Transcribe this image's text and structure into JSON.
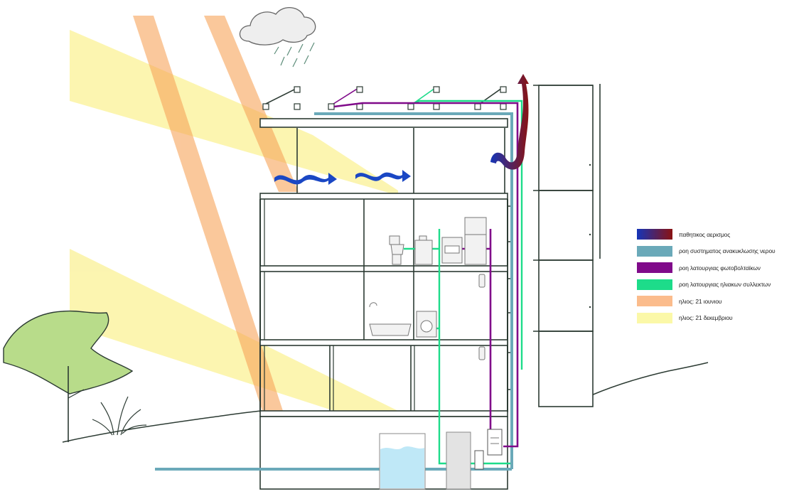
{
  "legend": {
    "items": [
      {
        "key": "natural-ventilation",
        "label": "παθητικος αερισμος",
        "color_start": "#1535b8",
        "color_end": "#8a1212"
      },
      {
        "key": "water-recycling",
        "label": "ροη συστηματος ανακυκλωσης νερου",
        "color": "#6aa9b9"
      },
      {
        "key": "photovoltaics",
        "label": "ροη λατουργιας φωτοβολταϊκων",
        "color": "#800a8a"
      },
      {
        "key": "solar-collectors",
        "label": "ροη λατουργιας ηλιακων συλλεκτων",
        "color": "#1ddc8a"
      },
      {
        "key": "sun-june",
        "label": "ηλιος: 21 ιουνιου",
        "color": "#fbbc8c"
      },
      {
        "key": "sun-december",
        "label": "ηλιος: 21 δεκεμβριου",
        "color": "#fbf8a8"
      }
    ]
  },
  "colors": {
    "line": "#2c3b33",
    "ventilation_blue": "#1a47c4",
    "ventilation_red": "#b51c18",
    "water": "#6aa9b9",
    "pv": "#800a8a",
    "solar": "#1ddc8a",
    "sun_june": "#f7a45a",
    "sun_december": "#fbf29a",
    "tree": "#b8dc8a",
    "tank_water": "#bfe8f7"
  }
}
